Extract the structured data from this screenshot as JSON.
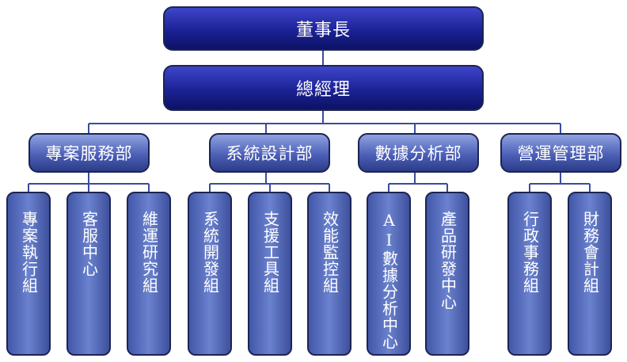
{
  "chairman": "董事長",
  "general_manager": "總經理",
  "departments": [
    {
      "name": "專案服務部",
      "groups": [
        "專案執行組",
        "客服中心",
        "維運研究組"
      ]
    },
    {
      "name": "系統設計部",
      "groups": [
        "系統開發組",
        "支援工具組",
        "效能監控組"
      ]
    },
    {
      "name": "數據分析部",
      "groups": [
        "AI數據分析中心",
        "產品研發中心"
      ]
    },
    {
      "name": "營運管理部",
      "groups": [
        "行政事務組",
        "財務會計組"
      ]
    }
  ]
}
